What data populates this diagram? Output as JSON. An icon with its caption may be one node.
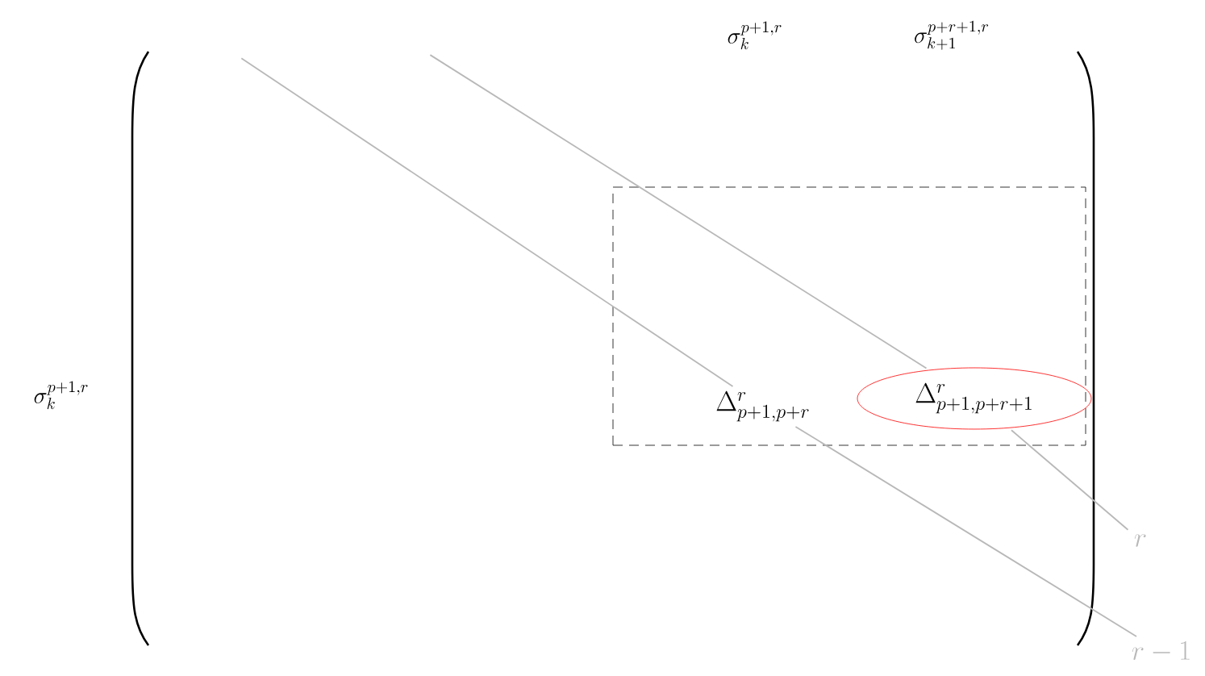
{
  "diagram": {
    "nodes": [
      {
        "text": [],
        "shape": "box"
      },
      {
        "text": [
          "\\Delta^r_{p+1,p+r}"
        ],
        "in": 0
      },
      {
        "text": [
          "\\Delta^r_{p+1,p+r+1}"
        ],
        "in": 0
      },
      {
        "text": [
          "r"
        ]
      },
      {
        "text": [
          "r-1"
        ]
      }
    ],
    "edges": [
      {
        "from": null,
        "to": 1,
        "arrow": "none"
      },
      {
        "from": null,
        "to": 2,
        "arrow": "none"
      },
      {
        "from": 2,
        "to": 3,
        "arrow": "none"
      },
      {
        "from": 1,
        "to": 4,
        "arrow": "none"
      }
    ],
    "labels": [
      "\\sigma_k^{p+1,r}",
      "\\sigma_{k+1}^{p+r+1,r}",
      "\\sigma_k^{p+1,r}"
    ]
  }
}
